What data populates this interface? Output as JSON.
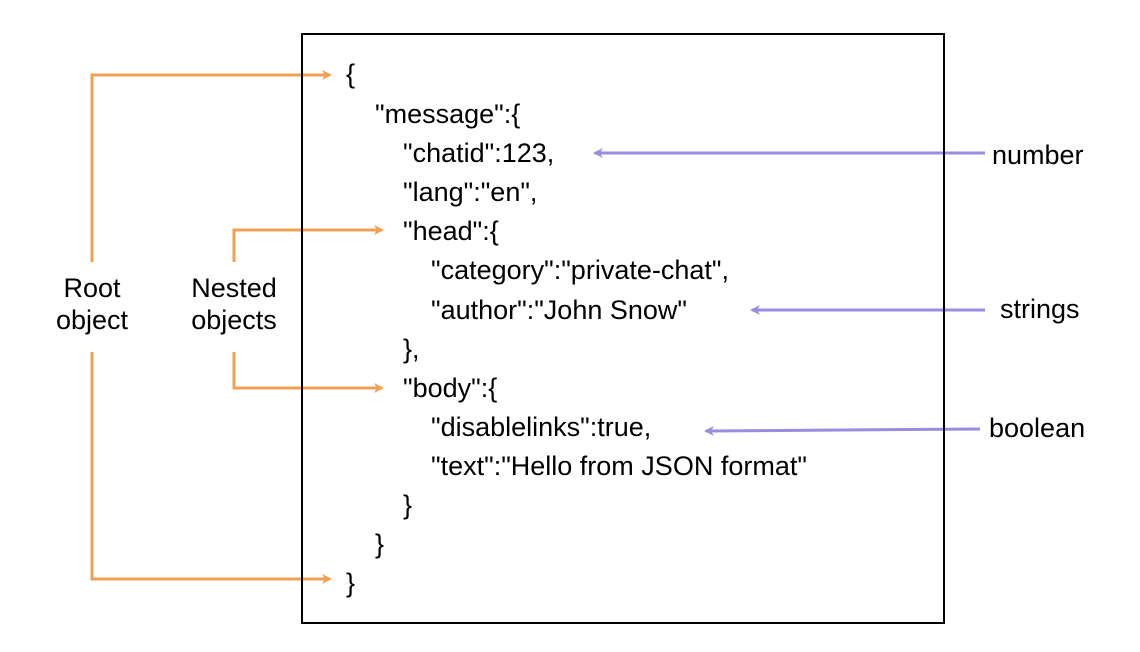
{
  "colors": {
    "structure_arrow": "#F0A050",
    "value_arrow": "#9B8CE0",
    "box_border": "#000000",
    "text": "#000000"
  },
  "code_lines": [
    "{",
    "\"message\":{",
    "\"chatid\":123,",
    "\"lang\":\"en\",",
    "\"head\":{",
    "\"category\":\"private-chat\",",
    "\"author\":\"John Snow\"",
    "},",
    "\"body\":{",
    "\"disablelinks\":true,",
    "\"text\":\"Hello from JSON format\"",
    "}",
    "}",
    "}"
  ],
  "left_labels": {
    "root": [
      "Root",
      "object"
    ],
    "nested": [
      "Nested",
      "objects"
    ]
  },
  "right_labels": {
    "number": "number",
    "strings": "strings",
    "boolean": "boolean"
  }
}
